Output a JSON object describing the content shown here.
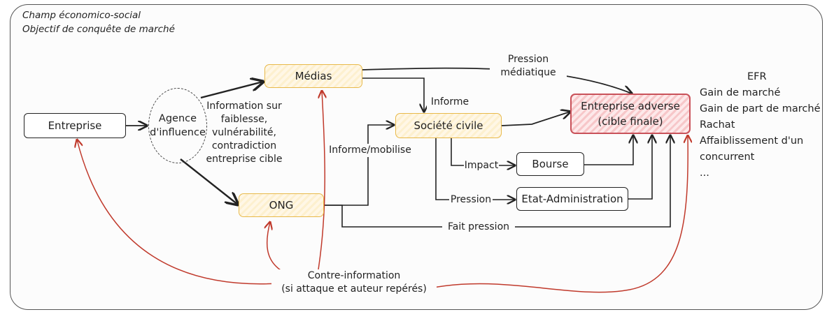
{
  "context": {
    "line1": "Champ économico-social",
    "line2": "Objectif de conquête de marché"
  },
  "nodes": {
    "entreprise": "Entreprise",
    "agence_line1": "Agence",
    "agence_line2": "d'influence",
    "medias": "Médias",
    "ong": "ONG",
    "societe_civile": "Société civile",
    "entreprise_adverse_line1": "Entreprise adverse",
    "entreprise_adverse_line2": "(cible finale)",
    "bourse": "Bourse",
    "etat": "Etat-Administration"
  },
  "labels": {
    "information": [
      "Information sur",
      "faiblesse,",
      "vulnérabilité,",
      "contradiction",
      "entreprise cible"
    ],
    "pression_mediatique_1": "Pression",
    "pression_mediatique_2": "médiatique",
    "informe": "Informe",
    "informe_mobilise": "Informe/mobilise",
    "impact": "Impact",
    "pression": "Pression",
    "fait_pression": "Fait pression",
    "contre_information_1": "Contre-information",
    "contre_information_2": "(si attaque et auteur repérés)"
  },
  "efr": {
    "title": "EFR",
    "items": [
      "Gain de marché",
      "Gain de part de marché",
      "Rachat",
      "Affaiblissement d'un",
      "concurrent",
      "..."
    ]
  },
  "colors": {
    "edge": "#222222",
    "counter_edge": "#c0392b",
    "yellow_border": "#e8b94a",
    "red_border": "#c9525a"
  }
}
